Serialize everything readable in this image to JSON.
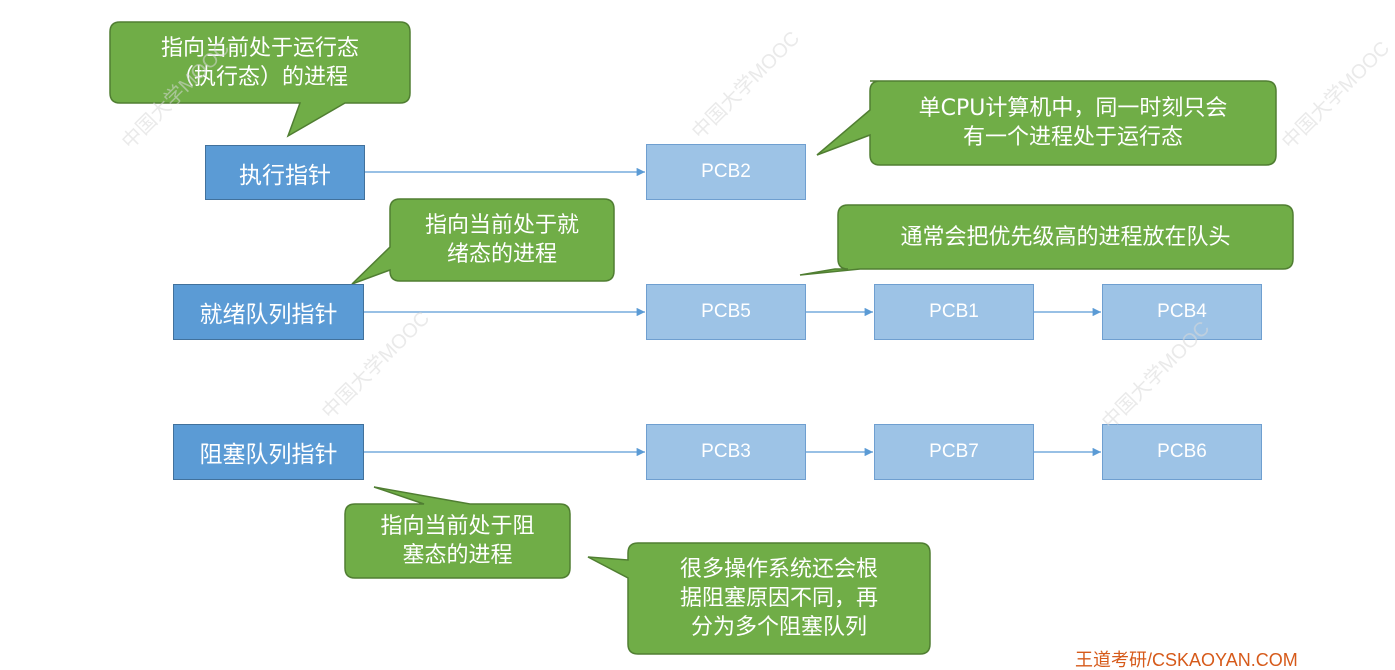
{
  "pointers": {
    "running": "执行指针",
    "ready": "就绪队列指针",
    "blocked": "阻塞队列指针"
  },
  "pcbs": {
    "running": [
      "PCB2"
    ],
    "ready": [
      "PCB5",
      "PCB1",
      "PCB4"
    ],
    "blocked": [
      "PCB3",
      "PCB7",
      "PCB6"
    ]
  },
  "callouts": {
    "running_pointer": [
      "指向当前处于运行态",
      "（执行态）的进程"
    ],
    "single_cpu": [
      "单CPU计算机中，同一时刻只会",
      "有一个进程处于运行态"
    ],
    "ready_pointer": [
      "指向当前处于就",
      "绪态的进程"
    ],
    "priority": [
      "通常会把优先级高的进程放在队头"
    ],
    "blocked_pointer": [
      "指向当前处于阻",
      "塞态的进程"
    ],
    "multi_blocked": [
      "很多操作系统还会根",
      "据阻塞原因不同，再",
      "分为多个阻塞队列"
    ]
  },
  "watermark": {
    "course": "中国大学MOOC"
  },
  "brand": "王道考研/CSKAOYAN.COM",
  "colors": {
    "pointer_fill": "#5b9bd5",
    "pcb_fill": "#9dc3e6",
    "callout_fill": "#70ad47",
    "arrow": "#5b9bd5",
    "brand": "#d65a1a"
  }
}
